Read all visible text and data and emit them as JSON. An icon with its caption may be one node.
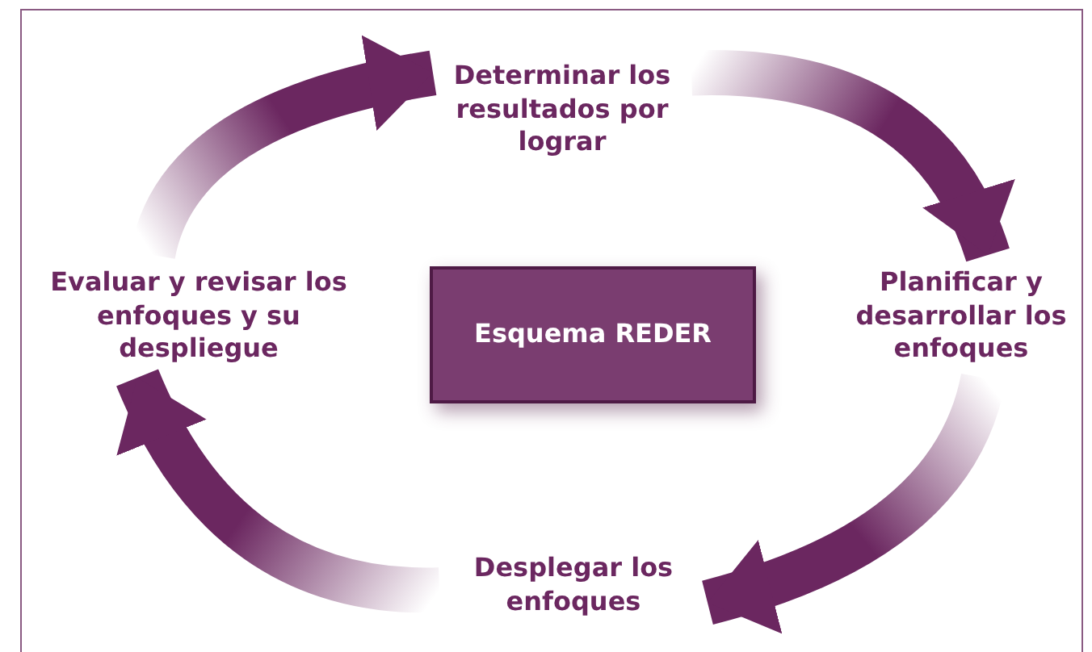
{
  "diagram": {
    "nodes": [
      {
        "text": [
          "Determinar los resultados por lograr"
        ]
      },
      {
        "text": [
          "Evaluar y revisar los enfoques y su despliegue"
        ]
      },
      {
        "text": [
          "Esquema REDER"
        ]
      },
      {
        "text": [
          "Planificar y desarrollar los enfoques"
        ]
      },
      {
        "text": [
          "Desplegar los enfoques"
        ]
      }
    ],
    "edges": [
      {
        "from": 0,
        "to": 3,
        "arrow": "to"
      },
      {
        "from": 3,
        "to": 4,
        "arrow": "to"
      },
      {
        "from": 4,
        "to": 1,
        "arrow": "to"
      },
      {
        "from": 1,
        "to": 0,
        "arrow": "to"
      }
    ]
  }
}
